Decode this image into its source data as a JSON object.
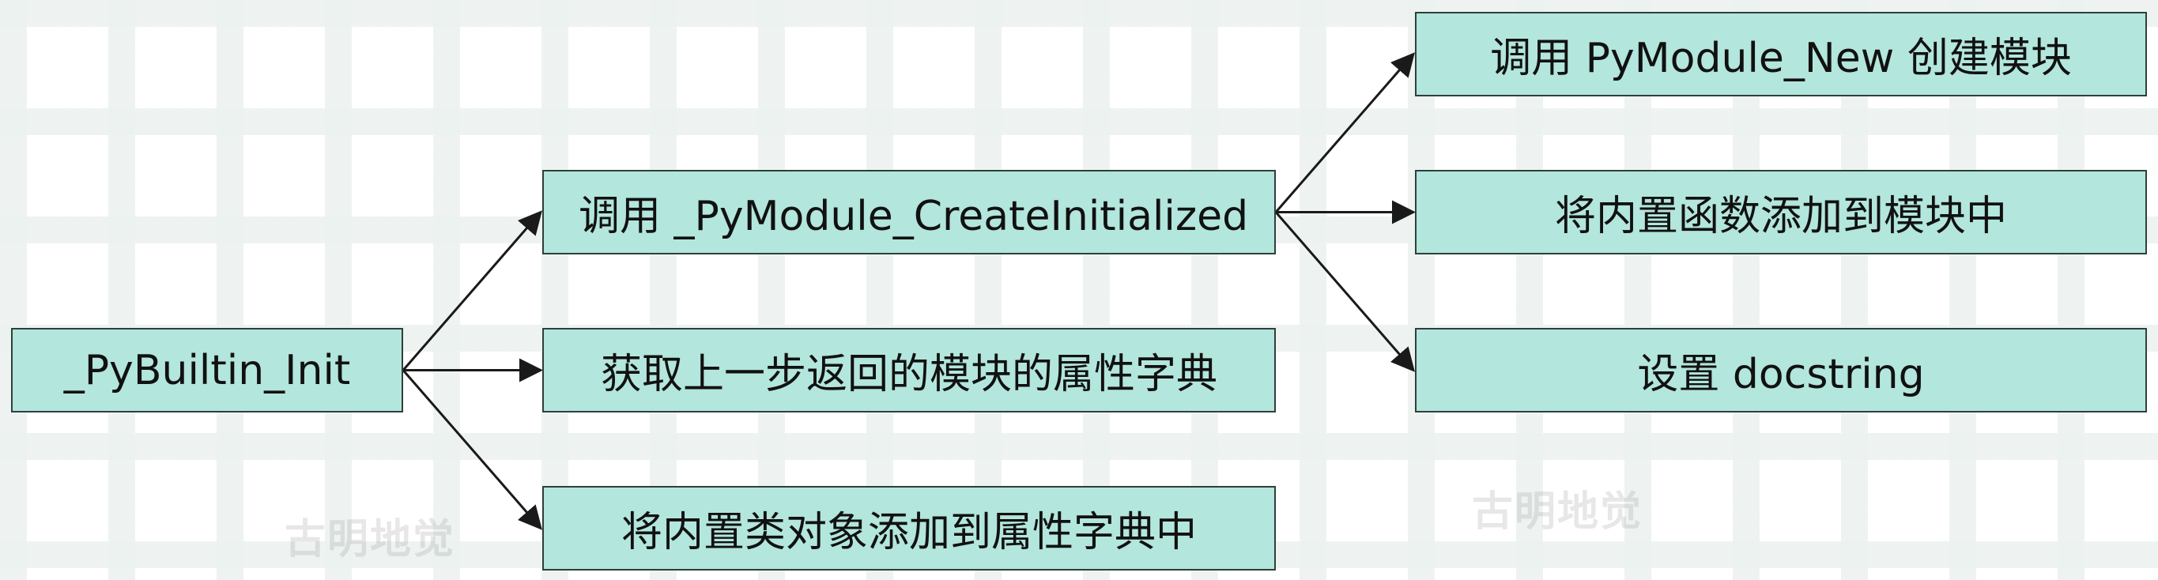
{
  "diagram": {
    "root": {
      "label": "_PyBuiltin_Init"
    },
    "steps": [
      {
        "label": "调用 _PyModule_CreateInitialized"
      },
      {
        "label": "获取上一步返回的模块的属性字典"
      },
      {
        "label": "将内置类对象添加到属性字典中"
      }
    ],
    "substeps": [
      {
        "label": "调用 PyModule_New 创建模块"
      },
      {
        "label": "将内置函数添加到模块中"
      },
      {
        "label": "设置 docstring"
      }
    ]
  },
  "watermark": {
    "text": "古明地觉"
  },
  "colors": {
    "node_fill": "#b3e6dc",
    "node_border": "#2f3f3b",
    "arrow": "#1a1a1a"
  }
}
